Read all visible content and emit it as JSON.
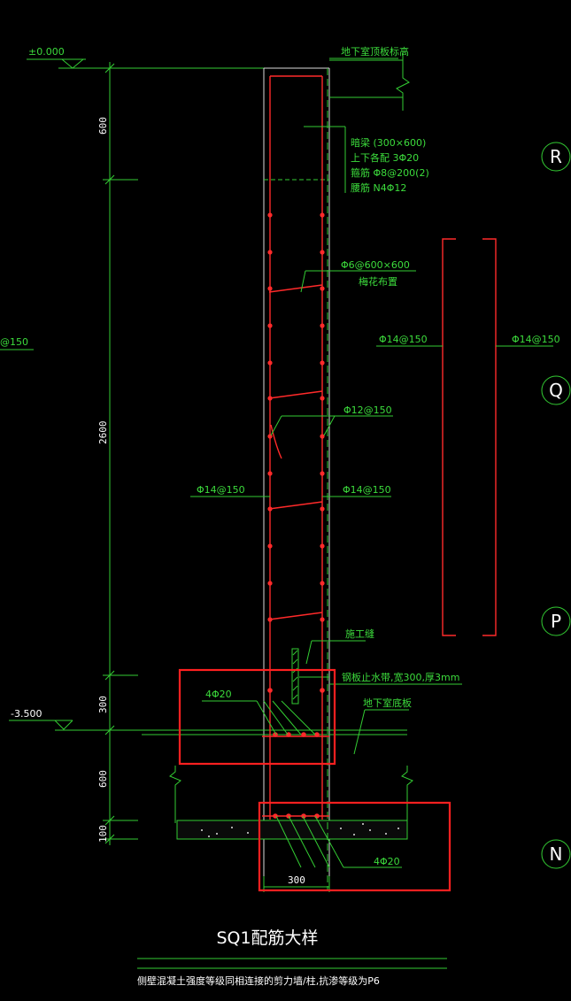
{
  "levels": {
    "top": "±0.000",
    "bottom": "-3.500"
  },
  "dimensions": [
    "600",
    "2600",
    "300",
    "600",
    "100"
  ],
  "bottom_width": "300",
  "labels": {
    "basement_top": "地下室顶板标高",
    "beam_line1": "暗梁 (300×600)",
    "beam_line2": "上下各配  3Φ20",
    "beam_line3": "箍筋  Φ8@200(2)",
    "beam_line4": "腰筋  N4Φ12",
    "tie_line1": "Φ6@600×600",
    "tie_line2": "梅花布置",
    "left_edge_bar": "@150",
    "horiz_left": "Φ14@150",
    "horiz_right": "Φ14@150",
    "tie_bar": "Φ12@150",
    "vert_left": "Φ14@150",
    "vert_right": "Φ14@150",
    "construction_joint": "施工缝",
    "waterstop": "钢板止水带,宽300,厚3mm",
    "bars_upper": "4Φ20",
    "basement_floor": "地下室底板",
    "bars_lower": "4Φ20"
  },
  "axes": [
    "R",
    "Q",
    "P",
    "N"
  ],
  "title": "SQ1配筋大样",
  "note": "侧壁混凝土强度等级同相连接的剪力墙/柱,抗渗等级为P6",
  "colors": {
    "line": "#33cc33",
    "rebar": "#ff2a2a",
    "text": "#ffffff",
    "label": "#3cdc3c",
    "highlight": "#ff2020"
  }
}
